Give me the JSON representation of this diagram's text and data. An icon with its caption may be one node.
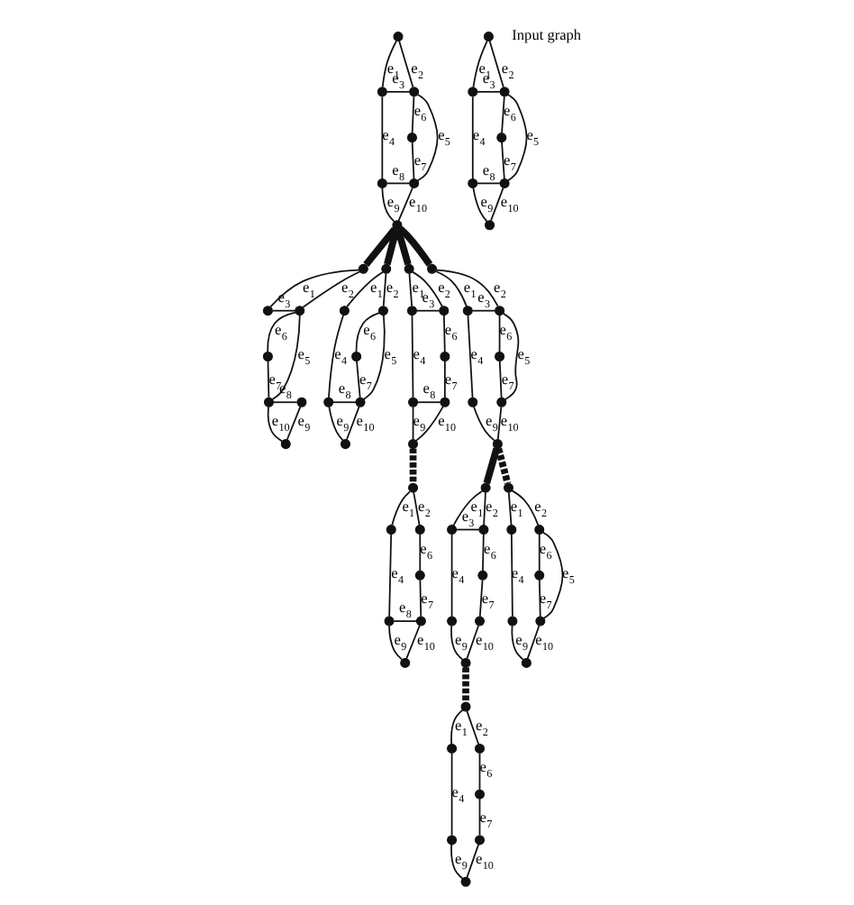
{
  "diagram": {
    "nodes": [
      {
        "text": [],
        "shape": "circle"
      },
      {
        "text": [],
        "shape": "circle"
      },
      {
        "text": [],
        "shape": "circle"
      },
      {
        "text": [],
        "shape": "circle"
      },
      {
        "text": [],
        "shape": "circle"
      },
      {
        "text": [],
        "shape": "circle"
      },
      {
        "text": [],
        "shape": "circle"
      },
      {
        "text": [],
        "shape": "circle"
      },
      {
        "text": [],
        "shape": "circle"
      },
      {
        "text": [],
        "shape": "circle"
      },
      {
        "text": [],
        "shape": "circle"
      },
      {
        "text": [],
        "shape": "circle"
      },
      {
        "text": [],
        "shape": "circle"
      },
      {
        "text": [],
        "shape": "circle"
      },
      {
        "text": [],
        "shape": "circle"
      },
      {
        "text": [],
        "shape": "circle"
      },
      {
        "text": [],
        "shape": "circle"
      },
      {
        "text": [],
        "shape": "circle"
      },
      {
        "text": [],
        "shape": "circle"
      },
      {
        "text": [],
        "shape": "circle"
      },
      {
        "text": [],
        "shape": "circle"
      },
      {
        "text": [],
        "shape": "circle"
      },
      {
        "text": [],
        "shape": "circle"
      },
      {
        "text": [],
        "shape": "circle"
      },
      {
        "text": [],
        "shape": "circle"
      },
      {
        "text": [],
        "shape": "circle"
      },
      {
        "text": [],
        "shape": "circle"
      },
      {
        "text": [],
        "shape": "circle"
      },
      {
        "text": [],
        "shape": "circle"
      },
      {
        "text": [],
        "shape": "circle"
      },
      {
        "text": [],
        "shape": "circle"
      },
      {
        "text": [],
        "shape": "circle"
      },
      {
        "text": [],
        "shape": "circle"
      },
      {
        "text": [],
        "shape": "circle"
      },
      {
        "text": [],
        "shape": "circle"
      },
      {
        "text": [],
        "shape": "circle"
      },
      {
        "text": [],
        "shape": "circle"
      },
      {
        "text": [],
        "shape": "circle"
      },
      {
        "text": [],
        "shape": "circle"
      },
      {
        "text": [],
        "shape": "circle"
      },
      {
        "text": [],
        "shape": "circle"
      },
      {
        "text": [],
        "shape": "circle"
      },
      {
        "text": [],
        "shape": "circle"
      },
      {
        "text": [],
        "shape": "circle"
      },
      {
        "text": [],
        "shape": "circle"
      },
      {
        "text": [],
        "shape": "circle"
      },
      {
        "text": [],
        "shape": "circle"
      },
      {
        "text": [],
        "shape": "circle"
      },
      {
        "text": [],
        "shape": "circle"
      },
      {
        "text": [],
        "shape": "circle"
      },
      {
        "text": [],
        "shape": "circle"
      },
      {
        "text": [],
        "shape": "circle"
      },
      {
        "text": [],
        "shape": "circle"
      },
      {
        "text": [],
        "shape": "circle"
      },
      {
        "text": [],
        "shape": "circle"
      },
      {
        "text": [],
        "shape": "circle"
      },
      {
        "text": [],
        "shape": "circle"
      },
      {
        "text": [],
        "shape": "circle"
      },
      {
        "text": [],
        "shape": "circle"
      },
      {
        "text": [],
        "shape": "circle"
      },
      {
        "text": [],
        "shape": "circle"
      },
      {
        "text": [],
        "shape": "circle"
      },
      {
        "text": [],
        "shape": "circle"
      },
      {
        "text": [],
        "shape": "circle"
      },
      {
        "text": [],
        "shape": "circle"
      },
      {
        "text": [],
        "shape": "circle"
      },
      {
        "text": [],
        "shape": "circle"
      },
      {
        "text": [],
        "shape": "circle"
      },
      {
        "text": [],
        "shape": "circle"
      },
      {
        "text": [],
        "shape": "circle"
      }
    ],
    "edges": [
      {
        "from": 0,
        "to": 1,
        "arrow": "none",
        "label": "e$_{1}$"
      },
      {
        "from": 0,
        "to": 2,
        "arrow": "none",
        "label": "e$_{2}$"
      },
      {
        "from": 1,
        "to": 2,
        "arrow": "none",
        "label": "e$_{3}$"
      },
      {
        "from": 1,
        "to": 4,
        "arrow": "none",
        "label": "e$_{4}$"
      },
      {
        "from": 2,
        "to": 5,
        "arrow": "none",
        "label": "e$_{5}$"
      },
      {
        "from": 2,
        "to": 3,
        "arrow": "none",
        "label": "e$_{6}$"
      },
      {
        "from": 3,
        "to": 5,
        "arrow": "none",
        "label": "e$_{7}$"
      },
      {
        "from": 4,
        "to": 5,
        "arrow": "none",
        "label": "e$_{8}$"
      },
      {
        "from": 4,
        "to": 6,
        "arrow": "none",
        "label": "e$_{9}$"
      },
      {
        "from": 5,
        "to": 6,
        "arrow": "none",
        "label": "e$_{10}$"
      },
      {
        "from": 7,
        "to": 8,
        "arrow": "none",
        "label": "e$_{1}$"
      },
      {
        "from": 7,
        "to": 9,
        "arrow": "none",
        "label": "e$_{2}$"
      },
      {
        "from": 8,
        "to": 9,
        "arrow": "none",
        "label": "e$_{3}$"
      },
      {
        "from": 8,
        "to": 11,
        "arrow": "none",
        "label": "e$_{4}$"
      },
      {
        "from": 9,
        "to": 12,
        "arrow": "none",
        "label": "e$_{5}$"
      },
      {
        "from": 9,
        "to": 10,
        "arrow": "none",
        "label": "e$_{6}$"
      },
      {
        "from": 10,
        "to": 12,
        "arrow": "none",
        "label": "e$_{7}$"
      },
      {
        "from": 11,
        "to": 12,
        "arrow": "none",
        "label": "e$_{8}$"
      },
      {
        "from": 11,
        "to": 13,
        "arrow": "none",
        "label": "e$_{9}$"
      },
      {
        "from": 12,
        "to": 13,
        "arrow": "none",
        "label": "e$_{10}$"
      },
      {
        "from": 14,
        "to": 15,
        "arrow": "none",
        "label": "e$_{1}$"
      },
      {
        "from": 14,
        "to": 16,
        "arrow": "none",
        "label": "e$_{2}$"
      },
      {
        "from": 15,
        "to": 16,
        "arrow": "none",
        "label": "e$_{3}$"
      },
      {
        "from": 16,
        "to": 19,
        "arrow": "none",
        "label": "e$_{5}$"
      },
      {
        "from": 16,
        "to": 17,
        "arrow": "none",
        "label": "e$_{6}$"
      },
      {
        "from": 17,
        "to": 19,
        "arrow": "none",
        "label": "e$_{7}$"
      },
      {
        "from": 18,
        "to": 19,
        "arrow": "none",
        "label": "e$_{8}$"
      },
      {
        "from": 18,
        "to": 20,
        "arrow": "none",
        "label": "e$_{9}$"
      },
      {
        "from": 19,
        "to": 20,
        "arrow": "none",
        "label": "e$_{10}$"
      },
      {
        "from": 21,
        "to": 22,
        "arrow": "none",
        "label": "e$_{1}$"
      },
      {
        "from": 21,
        "to": 23,
        "arrow": "none",
        "label": "e$_{2}$"
      },
      {
        "from": 22,
        "to": 25,
        "arrow": "none",
        "label": "e$_{4}$"
      },
      {
        "from": 23,
        "to": 26,
        "arrow": "none",
        "label": "e$_{5}$"
      },
      {
        "from": 23,
        "to": 24,
        "arrow": "none",
        "label": "e$_{6}$"
      },
      {
        "from": 24,
        "to": 26,
        "arrow": "none",
        "label": "e$_{7}$"
      },
      {
        "from": 25,
        "to": 26,
        "arrow": "none",
        "label": "e$_{8}$"
      },
      {
        "from": 25,
        "to": 27,
        "arrow": "none",
        "label": "e$_{9}$"
      },
      {
        "from": 26,
        "to": 27,
        "arrow": "none",
        "label": "e$_{10}$"
      },
      {
        "from": 28,
        "to": 29,
        "arrow": "none",
        "label": "e$_{1}$"
      },
      {
        "from": 28,
        "to": 30,
        "arrow": "none",
        "label": "e$_{2}$"
      },
      {
        "from": 29,
        "to": 30,
        "arrow": "none",
        "label": "e$_{3}$"
      },
      {
        "from": 29,
        "to": 32,
        "arrow": "none",
        "label": "e$_{4}$"
      },
      {
        "from": 30,
        "to": 31,
        "arrow": "none",
        "label": "e$_{6}$"
      },
      {
        "from": 31,
        "to": 33,
        "arrow": "none",
        "label": "e$_{7}$"
      },
      {
        "from": 32,
        "to": 33,
        "arrow": "none",
        "label": "e$_{8}$"
      },
      {
        "from": 32,
        "to": 34,
        "arrow": "none",
        "label": "e$_{9}$"
      },
      {
        "from": 33,
        "to": 34,
        "arrow": "none",
        "label": "e$_{10}$"
      },
      {
        "from": 35,
        "to": 36,
        "arrow": "none",
        "label": "e$_{1}$"
      },
      {
        "from": 35,
        "to": 37,
        "arrow": "none",
        "label": "e$_{2}$"
      },
      {
        "from": 36,
        "to": 37,
        "arrow": "none",
        "label": "e$_{3}$"
      },
      {
        "from": 36,
        "to": 39,
        "arrow": "none",
        "label": "e$_{4}$"
      },
      {
        "from": 37,
        "to": 40,
        "arrow": "none",
        "label": "e$_{5}$"
      },
      {
        "from": 37,
        "to": 38,
        "arrow": "none",
        "label": "e$_{6}$"
      },
      {
        "from": 38,
        "to": 40,
        "arrow": "none",
        "label": "e$_{7}$"
      },
      {
        "from": 39,
        "to": 41,
        "arrow": "none",
        "label": "e$_{9}$"
      },
      {
        "from": 40,
        "to": 41,
        "arrow": "none",
        "label": "e$_{10}$"
      },
      {
        "from": 42,
        "to": 43,
        "arrow": "none",
        "label": "e$_{1}$"
      },
      {
        "from": 42,
        "to": 44,
        "arrow": "none",
        "label": "e$_{2}$"
      },
      {
        "from": 43,
        "to": 46,
        "arrow": "none",
        "label": "e$_{4}$"
      },
      {
        "from": 44,
        "to": 45,
        "arrow": "none",
        "label": "e$_{6}$"
      },
      {
        "from": 45,
        "to": 47,
        "arrow": "none",
        "label": "e$_{7}$"
      },
      {
        "from": 46,
        "to": 47,
        "arrow": "none",
        "label": "e$_{8}$"
      },
      {
        "from": 46,
        "to": 48,
        "arrow": "none",
        "label": "e$_{9}$"
      },
      {
        "from": 47,
        "to": 48,
        "arrow": "none",
        "label": "e$_{10}$"
      },
      {
        "from": 49,
        "to": 50,
        "arrow": "none",
        "label": "e$_{1}$"
      },
      {
        "from": 49,
        "to": 51,
        "arrow": "none",
        "label": "e$_{2}$"
      },
      {
        "from": 50,
        "to": 53,
        "arrow": "none",
        "label": "e$_{4}$"
      },
      {
        "from": 51,
        "to": 54,
        "arrow": "none",
        "label": "e$_{5}$"
      },
      {
        "from": 51,
        "to": 52,
        "arrow": "none",
        "label": "e$_{6}$"
      },
      {
        "from": 52,
        "to": 54,
        "arrow": "none",
        "label": "e$_{7}$"
      },
      {
        "from": 53,
        "to": 55,
        "arrow": "none",
        "label": "e$_{9}$"
      },
      {
        "from": 54,
        "to": 55,
        "arrow": "none",
        "label": "e$_{10}$"
      },
      {
        "from": 56,
        "to": 57,
        "arrow": "none",
        "label": "e$_{1}$"
      },
      {
        "from": 56,
        "to": 58,
        "arrow": "none",
        "label": "e$_{2}$"
      },
      {
        "from": 57,
        "to": 58,
        "arrow": "none",
        "label": "e$_{3}$"
      },
      {
        "from": 57,
        "to": 60,
        "arrow": "none",
        "label": "e$_{4}$"
      },
      {
        "from": 58,
        "to": 59,
        "arrow": "none",
        "label": "e$_{6}$"
      },
      {
        "from": 59,
        "to": 61,
        "arrow": "none",
        "label": "e$_{7}$"
      },
      {
        "from": 60,
        "to": 62,
        "arrow": "none",
        "label": "e$_{9}$"
      },
      {
        "from": 61,
        "to": 62,
        "arrow": "none",
        "label": "e$_{10}$"
      },
      {
        "from": 63,
        "to": 64,
        "arrow": "none",
        "label": "e$_{1}$"
      },
      {
        "from": 63,
        "to": 65,
        "arrow": "none",
        "label": "e$_{2}$"
      },
      {
        "from": 64,
        "to": 67,
        "arrow": "none",
        "label": "e$_{4}$"
      },
      {
        "from": 65,
        "to": 66,
        "arrow": "none",
        "label": "e$_{6}$"
      },
      {
        "from": 66,
        "to": 68,
        "arrow": "none",
        "label": "e$_{7}$"
      },
      {
        "from": 67,
        "to": 69,
        "arrow": "none",
        "label": "e$_{9}$"
      },
      {
        "from": 68,
        "to": 69,
        "arrow": "none",
        "label": "e$_{10}$"
      },
      {
        "from": 6,
        "to": 14,
        "arrow": "none",
        "style": "thick"
      },
      {
        "from": 6,
        "to": 21,
        "arrow": "none",
        "style": "thick"
      },
      {
        "from": 6,
        "to": 28,
        "arrow": "none",
        "style": "thick"
      },
      {
        "from": 6,
        "to": 35,
        "arrow": "none",
        "style": "thick"
      },
      {
        "from": 34,
        "to": 42,
        "arrow": "none",
        "style": "dashed"
      },
      {
        "from": 41,
        "to": 49,
        "arrow": "none",
        "style": "dashed"
      },
      {
        "from": 41,
        "to": 56,
        "arrow": "none",
        "style": "thick"
      },
      {
        "from": 62,
        "to": 63,
        "arrow": "none",
        "style": "dashed"
      }
    ],
    "labels": [
      "Input graph"
    ]
  }
}
